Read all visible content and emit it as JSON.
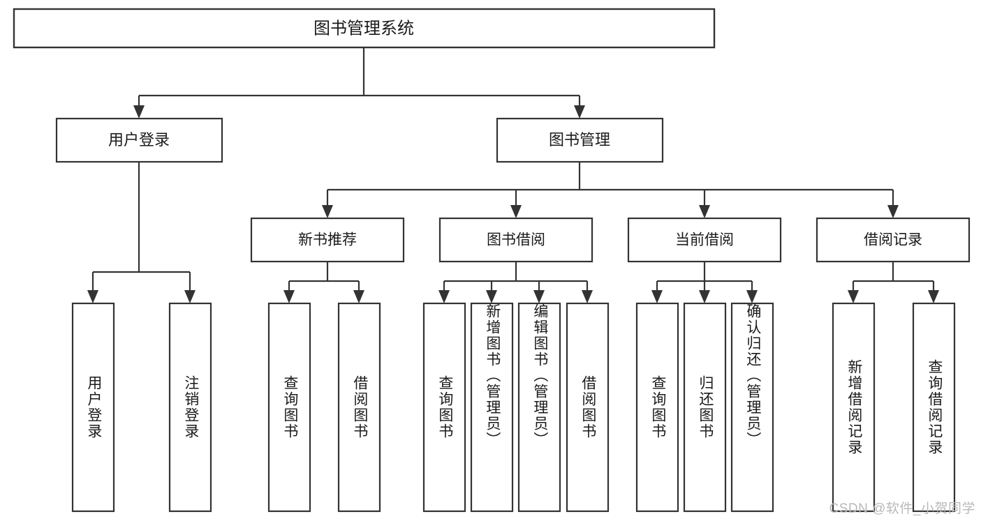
{
  "title": "图书管理系统 功能结构图",
  "colors": {
    "background": "#ffffff",
    "box_fill": "#ffffff",
    "box_stroke": "#333333",
    "text": "#1a1a1a",
    "watermark": "#b9b9b9"
  },
  "watermark": {
    "text": "CSDN @软件_小贺同学"
  },
  "chart_data": {
    "type": "diagram",
    "diagram_kind": "tree",
    "title": "图书管理系统",
    "orientation": "top-down",
    "levels": 4,
    "root": "图书管理系统",
    "nodes": [
      {
        "id": "root",
        "label": "图书管理系统",
        "level": 1,
        "parent": null
      },
      {
        "id": "n-login",
        "label": "用户登录",
        "level": 2,
        "parent": "root"
      },
      {
        "id": "n-bookmgmt",
        "label": "图书管理",
        "level": 2,
        "parent": "root"
      },
      {
        "id": "n-newbook",
        "label": "新书推荐",
        "level": 3,
        "parent": "n-bookmgmt"
      },
      {
        "id": "n-borrow",
        "label": "图书借阅",
        "level": 3,
        "parent": "n-bookmgmt"
      },
      {
        "id": "n-current",
        "label": "当前借阅",
        "level": 3,
        "parent": "n-bookmgmt"
      },
      {
        "id": "n-record",
        "label": "借阅记录",
        "level": 3,
        "parent": "n-bookmgmt"
      },
      {
        "id": "l-userlogin",
        "label": "用户登录",
        "level": 4,
        "parent": "n-login"
      },
      {
        "id": "l-logout",
        "label": "注销登录",
        "level": 4,
        "parent": "n-login"
      },
      {
        "id": "l-querybook-1",
        "label": "查询图书",
        "level": 4,
        "parent": "n-newbook"
      },
      {
        "id": "l-borrowbook-1",
        "label": "借阅图书",
        "level": 4,
        "parent": "n-newbook"
      },
      {
        "id": "l-querybook-2",
        "label": "查询图书",
        "level": 4,
        "parent": "n-borrow"
      },
      {
        "id": "l-addbook",
        "label": "新增图书（管理员）",
        "level": 4,
        "parent": "n-borrow"
      },
      {
        "id": "l-editbook",
        "label": "编辑图书（管理员）",
        "level": 4,
        "parent": "n-borrow"
      },
      {
        "id": "l-borrowbook-2",
        "label": "借阅图书",
        "level": 4,
        "parent": "n-borrow"
      },
      {
        "id": "l-querybook-3",
        "label": "查询图书",
        "level": 4,
        "parent": "n-current"
      },
      {
        "id": "l-returnbook",
        "label": "归还图书",
        "level": 4,
        "parent": "n-current"
      },
      {
        "id": "l-confirmreturn",
        "label": "确认归还（管理员）",
        "level": 4,
        "parent": "n-current"
      },
      {
        "id": "l-addrecord",
        "label": "新增借阅记录",
        "level": 4,
        "parent": "n-record"
      },
      {
        "id": "l-queryrecord",
        "label": "查询借阅记录",
        "level": 4,
        "parent": "n-record"
      }
    ]
  },
  "boxes": {
    "root": {
      "label": "图书管理系统"
    },
    "level2": [
      {
        "label": "用户登录"
      },
      {
        "label": "图书管理"
      }
    ],
    "level3": [
      {
        "label": "新书推荐"
      },
      {
        "label": "图书借阅"
      },
      {
        "label": "当前借阅"
      },
      {
        "label": "借阅记录"
      }
    ],
    "leaves": [
      {
        "label": "用户登录"
      },
      {
        "label": "注销登录"
      },
      {
        "label": "查询图书"
      },
      {
        "label": "借阅图书"
      },
      {
        "label": "查询图书"
      },
      {
        "label": "新增图书（管理员）"
      },
      {
        "label": "编辑图书（管理员）"
      },
      {
        "label": "借阅图书"
      },
      {
        "label": "查询图书"
      },
      {
        "label": "归还图书"
      },
      {
        "label": "确认归还（管理员）"
      },
      {
        "label": "新增借阅记录"
      },
      {
        "label": "查询借阅记录"
      }
    ]
  }
}
